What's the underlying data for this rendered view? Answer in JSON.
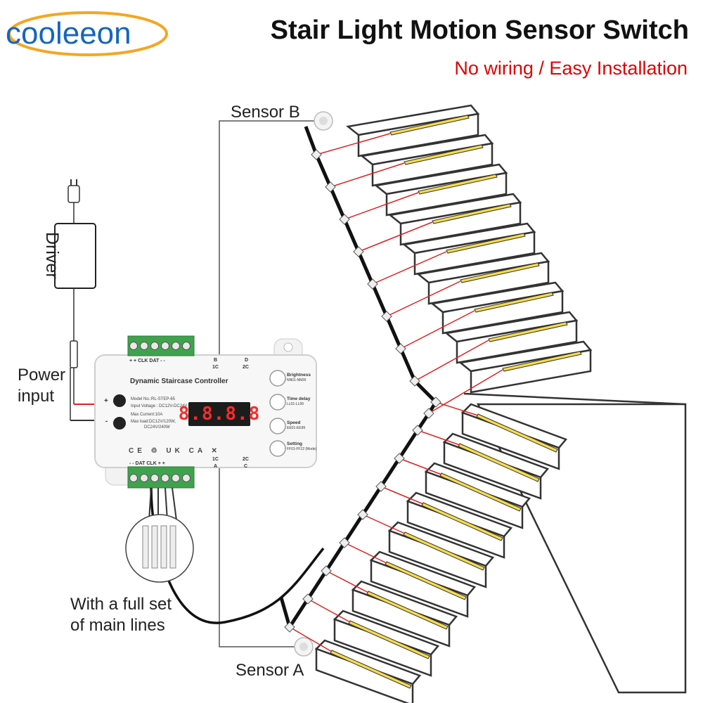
{
  "brand": {
    "logo_text": "cooleeon",
    "colors": {
      "blue": "#1565c0",
      "orange": "#f5a623"
    }
  },
  "header": {
    "title": "Stair Light Motion Sensor Switch",
    "subtitle": "No wiring  /  Easy Installation"
  },
  "labels": {
    "sensor_b": "Sensor B",
    "sensor_a": "Sensor A",
    "driver": "Driver",
    "power_input_1": "Power",
    "power_input_2": "input",
    "main_lines_1": "With a full set",
    "main_lines_2": "of main lines"
  },
  "controller": {
    "name": "Dynamic Staircase Controller",
    "model": "Model No.:RL-STEP-65",
    "input_voltage": "Input Voltage : DC12V-DC24V",
    "max_current": "Max Current:10A",
    "max_load_1": "Max load:DC12V/120W,",
    "max_load_2": "DC24V/240W",
    "display": "8.8.8.8",
    "certifications": "CE ♲ UK CA ✕",
    "top_terminals": "+   +   CLK  DAT   -   -",
    "bottom_terminals": "-   -   DAT  CLK   +   +",
    "port_b_top": "B",
    "port_b_bottom": "1C",
    "port_d_top": "D",
    "port_d_bottom": "2C",
    "port_a_top": "1C",
    "port_a_bottom": "A",
    "port_c_top": "2C",
    "port_c_bottom": "C",
    "plus_sign": "+",
    "minus_sign": "-",
    "buttons": [
      {
        "label": "Brightness",
        "sub": "NN01-NN09"
      },
      {
        "label": "Time delay",
        "sub": "LL01-LL99"
      },
      {
        "label": "Speed",
        "sub": "EE01-EE99"
      },
      {
        "label": "Setting",
        "sub": "FF01-FF12 (Mode)"
      }
    ]
  },
  "stairs": {
    "upper_steps": 9,
    "lower_steps": 9,
    "led_color": "#f6dc4a",
    "wire_color": "#e02020"
  },
  "icons": [
    "power-plug-icon",
    "motion-sensor-icon",
    "wire-bundle-icon",
    "strip-connector-icon"
  ]
}
